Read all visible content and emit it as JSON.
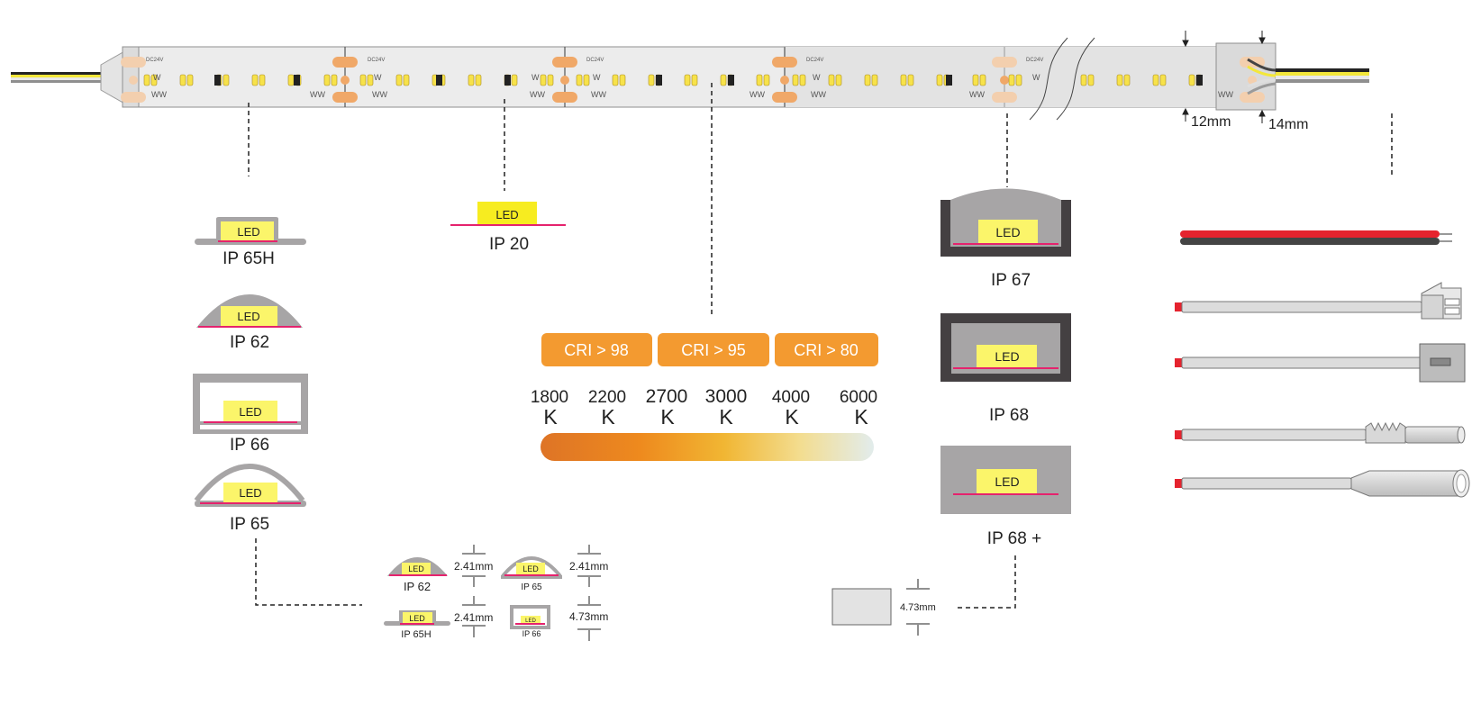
{
  "strip": {
    "voltage": "DC24V",
    "marks": {
      "w": "W",
      "ww": "WW",
      "plus": "+",
      "minus": "-"
    }
  },
  "dimensions": {
    "inner_height": "12mm",
    "outer_height": "14mm"
  },
  "led_text": "LED",
  "profiles_left": [
    {
      "id": "ip65h",
      "label": "IP 65H"
    },
    {
      "id": "ip62",
      "label": "IP 62"
    },
    {
      "id": "ip66",
      "label": "IP 66"
    },
    {
      "id": "ip65",
      "label": "IP 65"
    }
  ],
  "profile_ip20": "IP 20",
  "profiles_right": [
    {
      "id": "ip67",
      "label": "IP 67"
    },
    {
      "id": "ip68",
      "label": "IP 68"
    },
    {
      "id": "ip68plus",
      "label": "IP 68 +"
    }
  ],
  "cri_options": [
    "CRI > 98",
    "CRI > 95",
    "CRI > 80"
  ],
  "cct_values": [
    {
      "value": "1800",
      "unit": "K"
    },
    {
      "value": "2200",
      "unit": "K"
    },
    {
      "value": "2700",
      "unit": "K"
    },
    {
      "value": "3000",
      "unit": "K"
    },
    {
      "value": "4000",
      "unit": "K"
    },
    {
      "value": "6000",
      "unit": "K"
    }
  ],
  "thickness_details": [
    {
      "label": "IP 62",
      "value": "2.41mm"
    },
    {
      "label": "IP 65",
      "value": "2.41mm"
    },
    {
      "label": "IP 65H",
      "value": "2.41mm"
    },
    {
      "label": "IP 66",
      "value": "4.73mm"
    }
  ],
  "ip68plus_thickness": "4.73mm",
  "colors": {
    "led_yellow": "#fbf56a",
    "pcb_magenta": "#e5236d",
    "silicone_grey": "#a7a5a6",
    "dark_frame": "#444042",
    "cri_orange": "#f39a30",
    "copper_pad": "#f0a868"
  },
  "icons": [
    "dc-flat-wire-icon",
    "jst-connector-icon",
    "sm-connector-icon",
    "dc-male-jack-icon",
    "dc-female-jack-icon"
  ]
}
